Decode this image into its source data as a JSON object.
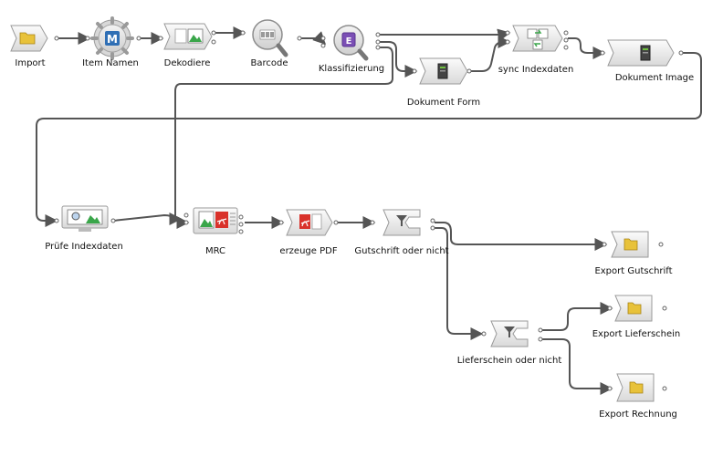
{
  "nodes": {
    "import": "Import",
    "item_namen": "Item Namen",
    "dekodiere": "Dekodiere",
    "barcode": "Barcode",
    "klassifizierung": "Klassifizierung",
    "dokument_form": "Dokument Form",
    "sync_indexdaten": "sync Indexdaten",
    "dokument_image": "Dokument Image",
    "pruefe_indexdaten": "Prüfe Indexdaten",
    "mrc": "MRC",
    "erzeuge_pdf": "erzeuge PDF",
    "gutschrift_oder_nicht": "Gutschrift oder nicht",
    "export_gutschrift": "Export Gutschrift",
    "lieferschein_oder_nicht": "Lieferschein oder nicht",
    "export_lieferschein": "Export Lieferschein",
    "export_rechnung": "Export Rechnung"
  },
  "icons": {
    "item_namen_letter": "M",
    "klassifizierung_letter": "E"
  },
  "colors": {
    "connector": "#555555",
    "folder": "#e8c23a",
    "pdf_red": "#d9322b",
    "image_green": "#3aa64a",
    "gear_blue": "#2f6fb5",
    "node_fill": "#eeeeee",
    "node_stroke": "#9a9a9a"
  }
}
